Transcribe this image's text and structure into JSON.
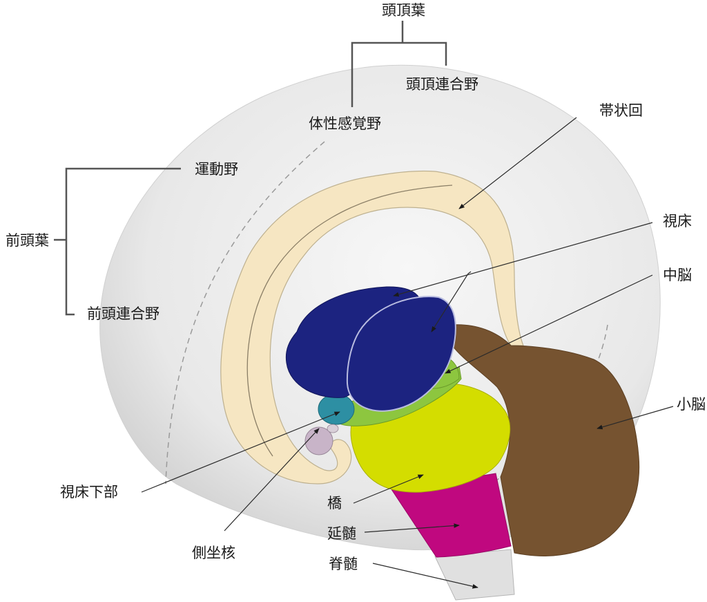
{
  "labels": {
    "parietal_lobe": "頭頂葉",
    "parietal_association_area": "頭頂連合野",
    "somatosensory_area": "体性感覚野",
    "cingulate_gyrus": "帯状回",
    "motor_area": "運動野",
    "frontal_lobe": "前頭葉",
    "prefrontal_association_area": "前頭連合野",
    "thalamus": "視床",
    "midbrain": "中脳",
    "cerebellum": "小脳",
    "hypothalamus": "視床下部",
    "pons": "橋",
    "medulla": "延髄",
    "nucleus_accumbens": "側坐核",
    "spinal_cord": "脊髄"
  },
  "colors": {
    "hemisphere": "#e7e7e7",
    "cingulate": "#f6e6c2",
    "thalamus": "#1c2380",
    "midbrain": "#8dc63f",
    "pons": "#d4dd00",
    "cerebellum": "#765330",
    "medulla": "#c0087f",
    "spinal_cord": "#e0e0e0",
    "hypothalamus": "#2d8fa3",
    "nucleus_accumbens": "#c8b4c8"
  }
}
